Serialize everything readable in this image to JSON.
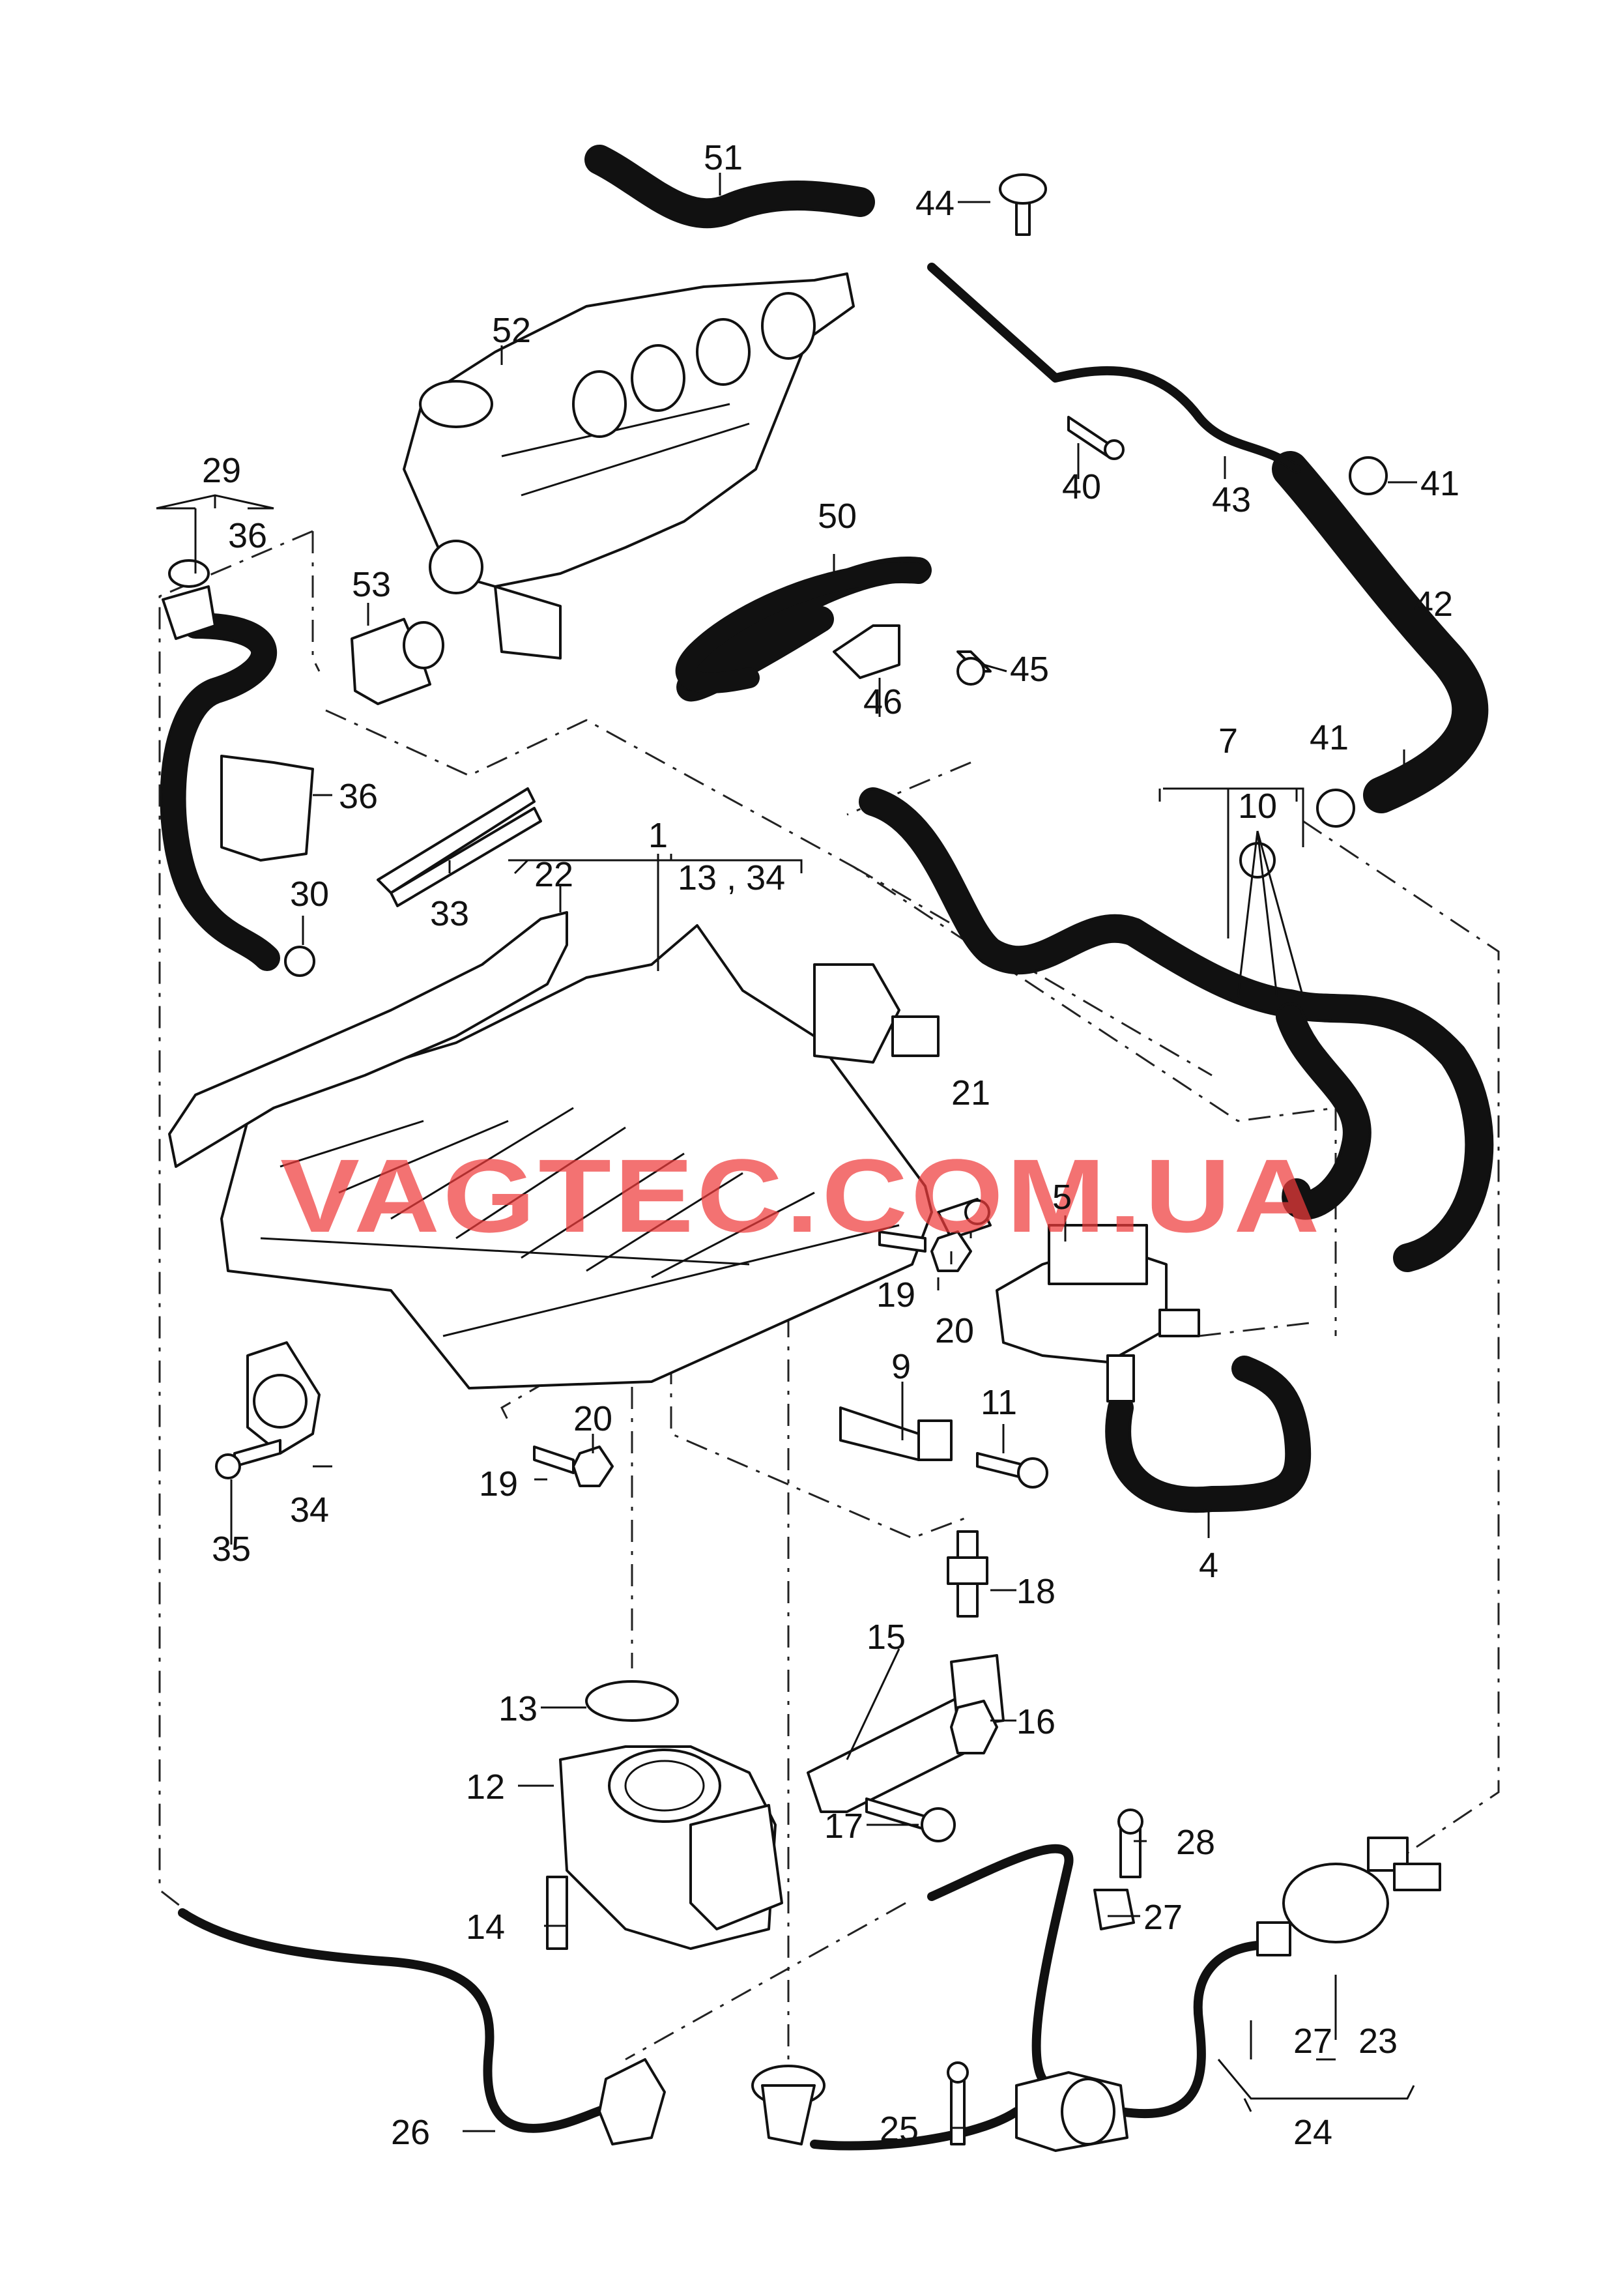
{
  "watermark": "VAGTEC.COM.UA",
  "labels": {
    "l1": "1",
    "l4": "4",
    "l5": "5",
    "l7": "7",
    "l9": "9",
    "l10": "10",
    "l11": "11",
    "l12": "12",
    "l13": "13",
    "l13_34": "13 , 34",
    "l14": "14",
    "l15": "15",
    "l16": "16",
    "l17": "17",
    "l18": "18",
    "l19a": "19",
    "l19b": "19",
    "l20a": "20",
    "l20b": "20",
    "l21": "21",
    "l22": "22",
    "l23": "23",
    "l24": "24",
    "l25": "25",
    "l26": "26",
    "l27a": "27",
    "l27b": "27",
    "l28": "28",
    "l29": "29",
    "l30": "30",
    "l33": "33",
    "l34": "34",
    "l35": "35",
    "l36a": "36",
    "l36b": "36",
    "l40": "40",
    "l41a": "41",
    "l41b": "41",
    "l42": "42",
    "l43": "43",
    "l44": "44",
    "l45": "45",
    "l46": "46",
    "l50": "50",
    "l51": "51",
    "l52": "52",
    "l53": "53"
  }
}
